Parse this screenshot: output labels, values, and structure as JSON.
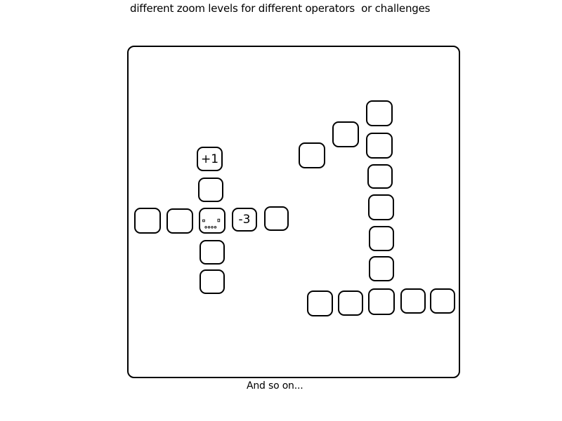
{
  "captions": {
    "top": "different zoom levels for different operators  or challenges",
    "bottom": "And so on..."
  },
  "tiles": {
    "plus_one": "+1",
    "minus_three": "-3"
  },
  "icons": {
    "player": "player-face-icon"
  }
}
